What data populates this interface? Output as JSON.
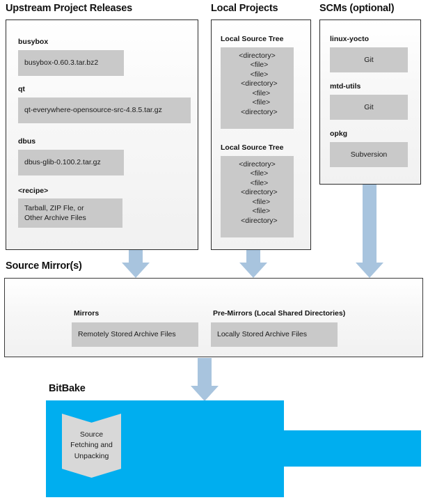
{
  "colors": {
    "arrow": "#a8c4de",
    "bitbake_blue": "#00AEEF",
    "chip_gray": "#c9c9c9",
    "panel_border": "#2b2b2b"
  },
  "sections": {
    "upstream": {
      "title": "Upstream Project Releases",
      "groups": [
        {
          "label": "busybox",
          "chip": "busybox-0.60.3.tar.bz2"
        },
        {
          "label": "qt",
          "chip": "qt-everywhere-opensource-src-4.8.5.tar.gz"
        },
        {
          "label": "dbus",
          "chip": "dbus-glib-0.100.2.tar.gz"
        },
        {
          "label": "<recipe>",
          "chip_line1": "Tarball, ZIP Fle, or",
          "chip_line2": "Other Archive Files"
        }
      ]
    },
    "local_projects": {
      "title": "Local Projects",
      "groups": [
        {
          "label": "Local Source Tree",
          "tree": [
            "<directory>",
            "  <file>",
            "  <file>",
            "  <directory>",
            "    <file>",
            "    <file>",
            "  <directory>"
          ]
        },
        {
          "label": "Local Source Tree",
          "tree": [
            "<directory>",
            "  <file>",
            "  <file>",
            "  <directory>",
            "    <file>",
            "    <file>",
            "  <directory>"
          ]
        }
      ]
    },
    "scms": {
      "title": "SCMs (optional)",
      "groups": [
        {
          "label": "linux-yocto",
          "chip": "Git"
        },
        {
          "label": "mtd-utils",
          "chip": "Git"
        },
        {
          "label": "opkg",
          "chip": "Subversion"
        }
      ]
    },
    "source_mirrors": {
      "title": "Source Mirror(s)",
      "groups": [
        {
          "label": "Mirrors",
          "chip": "Remotely Stored Archive Files"
        },
        {
          "label": "Pre-Mirrors (Local Shared Directories)",
          "chip": "Locally Stored Archive Files"
        }
      ]
    },
    "bitbake": {
      "title": "BitBake",
      "fetch_box": {
        "line1": "Source",
        "line2": "Fetching and",
        "line3": "Unpacking"
      }
    }
  }
}
